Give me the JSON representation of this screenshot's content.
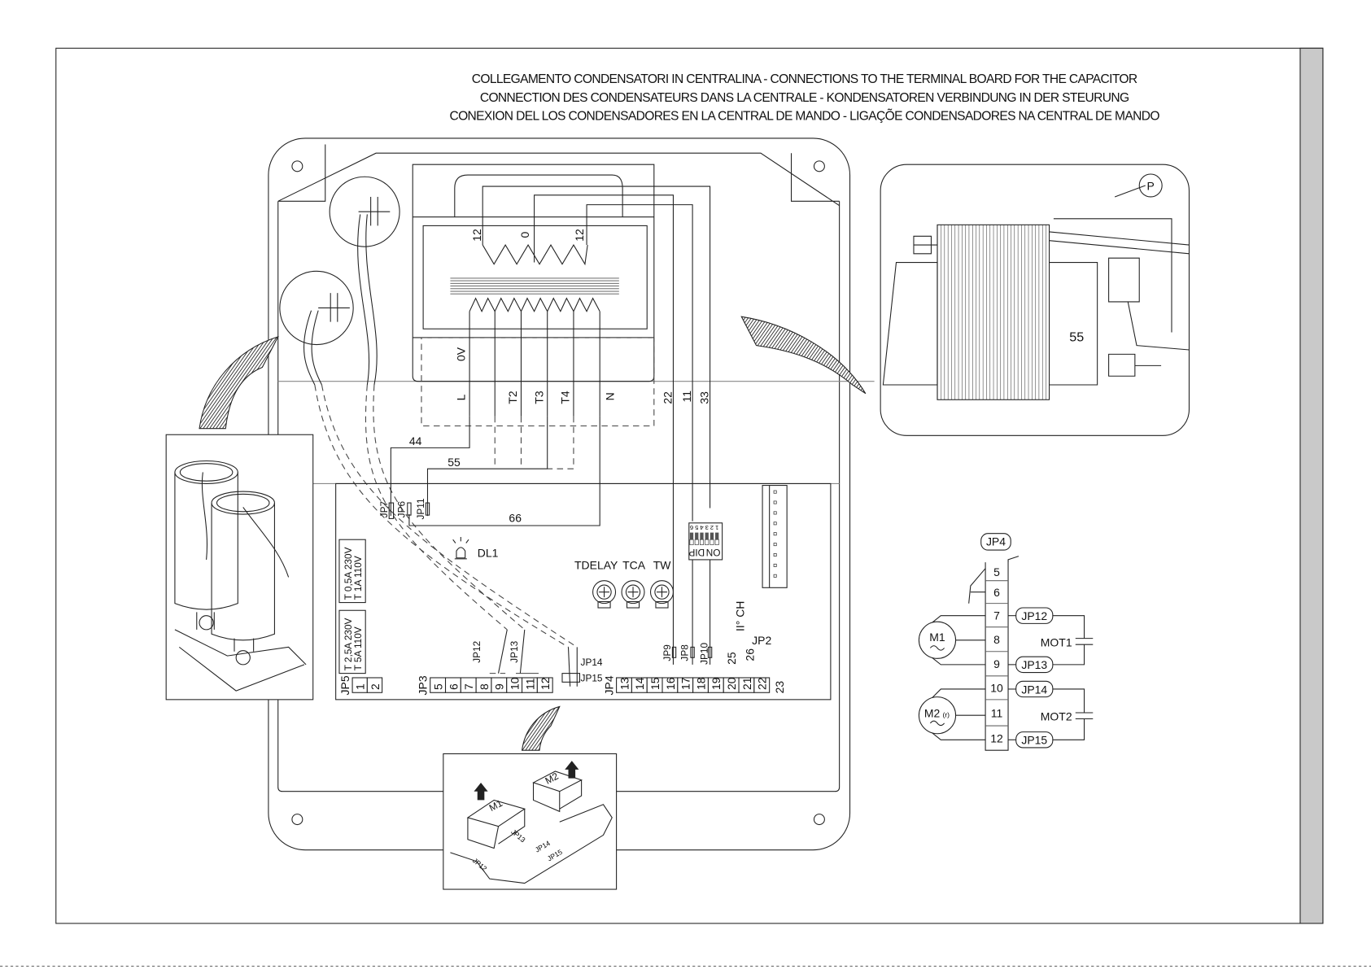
{
  "title": {
    "line1": "COLLEGAMENTO CONDENSATORI IN CENTRALINA - CONNECTIONS TO THE TERMINAL BOARD FOR THE CAPACITOR",
    "line2": "CONNECTION DES CONDENSATEURS DANS LA CENTRALE - KONDENSATOREN VERBINDUNG IN DER STEURUNG",
    "line3": "CONEXION DEL LOS CONDENSADORES EN LA CENTRAL DE MANDO - LIGAÇÕE CONDENSADORES NA CENTRAL DE MANDO"
  },
  "transformer": {
    "secondary": [
      "12",
      "0",
      "12"
    ],
    "primary_zero": "0V",
    "pins": [
      "L",
      "T2",
      "T3",
      "T4",
      "N"
    ],
    "outputs": [
      "22",
      "11",
      "33"
    ]
  },
  "wires": {
    "w44": "44",
    "w55": "55",
    "w66": "66"
  },
  "board": {
    "jumpers_top": [
      "JP7",
      "JP6",
      "JP11"
    ],
    "led": "DL1",
    "trimmers": [
      "TDELAY",
      "TCA",
      "TW"
    ],
    "dip": {
      "label": "DIP",
      "on": "ON",
      "switches": [
        "1",
        "2",
        "3",
        "4",
        "5",
        "6"
      ]
    },
    "fuse1": [
      "T  0,5A 230V",
      "T    1A 110V"
    ],
    "fuse2": [
      "T  2,5A 230V",
      "T    5A 110V"
    ],
    "jp5": {
      "label": "JP5",
      "terminals": [
        "1",
        "2"
      ]
    },
    "jp3": {
      "label": "JP3",
      "terminals": [
        "5",
        "6",
        "7",
        "8",
        "9",
        "10",
        "11",
        "12"
      ]
    },
    "jp4": {
      "label": "JP4",
      "terminals": [
        "13",
        "14",
        "15",
        "16",
        "17",
        "18",
        "19",
        "20",
        "21",
        "22"
      ]
    },
    "t23": "23",
    "cap_jumpers": [
      "JP12",
      "JP13",
      "JP14",
      "JP15"
    ],
    "side_jumpers": [
      "JP9",
      "JP8",
      "JP10"
    ],
    "t25": "25",
    "t26": "26",
    "ch": "II° CH",
    "jp2": "JP2"
  },
  "inset_right": {
    "p": "P",
    "label55": "55"
  },
  "inset_bottom": {
    "m1": "M1",
    "m2": "M2",
    "jps": [
      "JP12",
      "JP13",
      "JP14",
      "JP15"
    ]
  },
  "schematic": {
    "header": "JP4",
    "terminals": [
      "5",
      "6",
      "7",
      "8",
      "9",
      "10",
      "11",
      "12"
    ],
    "jumpers": [
      "JP12",
      "JP13",
      "JP14",
      "JP15"
    ],
    "m1": "M1",
    "m2": "M2",
    "m2_sub": "(r)",
    "mot1": "MOT1",
    "mot2": "MOT2"
  }
}
